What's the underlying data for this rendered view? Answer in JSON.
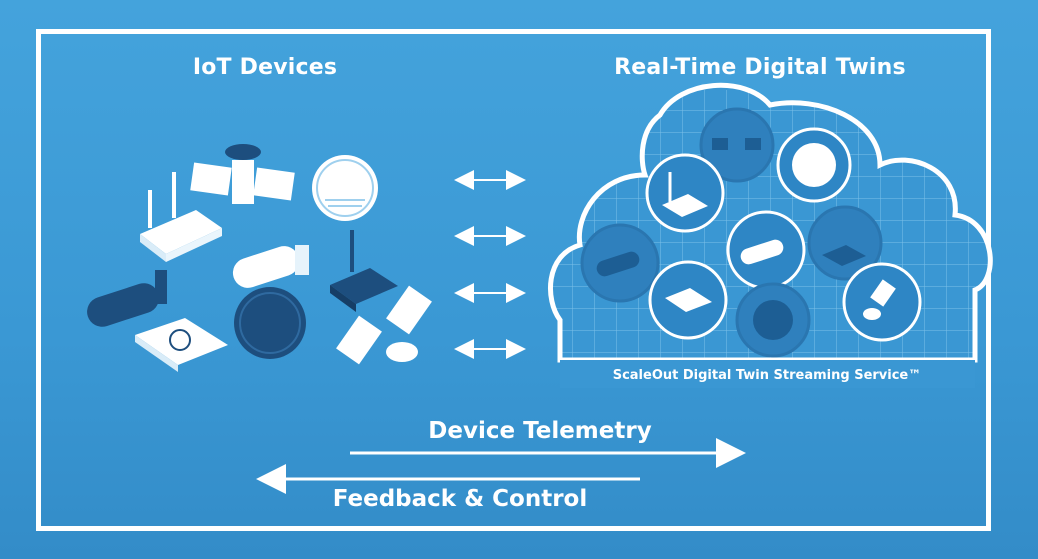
{
  "left_panel": {
    "title": "IoT Devices"
  },
  "right_panel": {
    "title": "Real-Time Digital Twins",
    "service_label": "ScaleOut Digital Twin Streaming Service™"
  },
  "flows": {
    "telemetry_label": "Device Telemetry",
    "feedback_label": "Feedback & Control"
  },
  "colors": {
    "background": "#3d9bd6",
    "white": "#ffffff",
    "device_dark": "#1d4e7e",
    "cloud_fill": "#3a97d3"
  }
}
